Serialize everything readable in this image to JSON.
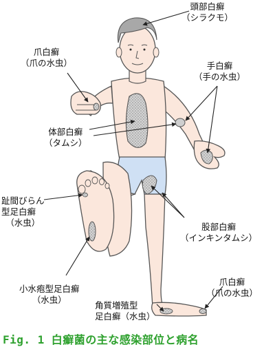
{
  "labels": {
    "head": {
      "name": "頭部白癬",
      "common": "（シラクモ）"
    },
    "nail_hand": {
      "name": "爪白癬",
      "common": "（爪の水虫）"
    },
    "hand": {
      "name": "手白癬",
      "common": "（手の水虫）"
    },
    "body": {
      "name": "体部白癬",
      "common": "（タムシ）"
    },
    "interdigital": {
      "line1": "趾間びらん",
      "line2": "型足白癬",
      "common": "（水虫）"
    },
    "groin": {
      "name": "股部白癬",
      "common": "（インキンタムシ）"
    },
    "vesicular": {
      "name": "小水疱型足白癬",
      "common": "（水虫）"
    },
    "hyperkeratotic": {
      "line1": "角質増殖型",
      "line2": "足白癬（水虫）"
    },
    "nail_foot": {
      "name": "爪白癬",
      "common": "（爪の水虫）"
    }
  },
  "caption": {
    "figure_number": "Fig. 1",
    "title": "白癬菌の主な感染部位と病名"
  },
  "colors": {
    "skin": "#fbe7dc",
    "outline": "#555555",
    "shorts": "#cfe0f4",
    "lesion": "#c8c8c8",
    "hair": "#a8a8a8",
    "caption": "#2ea12e"
  }
}
